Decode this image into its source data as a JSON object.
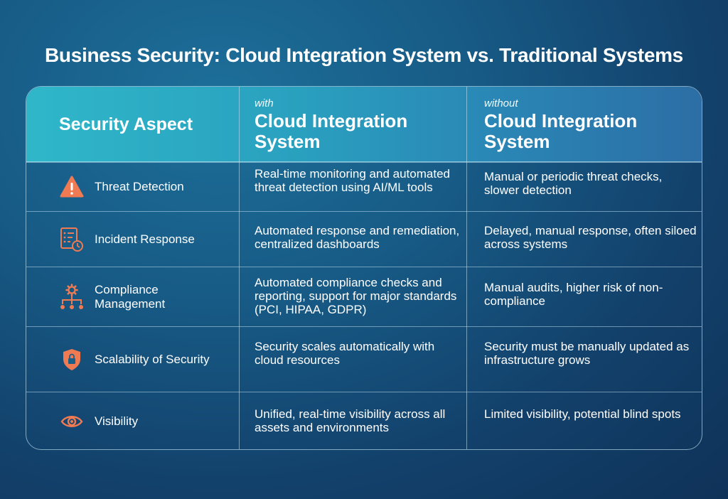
{
  "title": "Business Security: Cloud Integration System vs. Traditional Systems",
  "colors": {
    "accent_orange": "#f07a52",
    "header_start": "#2fb7c9",
    "header_end": "#2c6ea5",
    "background": "#175b86"
  },
  "header": {
    "aspect": "Security Aspect",
    "with_small": "with",
    "with_big": "Cloud Integration System",
    "without_small": "without",
    "without_big": "Cloud Integration System"
  },
  "rows": [
    {
      "aspect": "Threat Detection",
      "icon": "warning-icon",
      "with": "Real-time monitoring and automated threat detection using AI/ML tools",
      "without": "Manual or periodic threat checks, slower detection"
    },
    {
      "aspect": "Incident Response",
      "icon": "checklist-clock-icon",
      "with": "Automated response and remediation, centralized dashboards",
      "without": "Delayed, manual response, often siloed across systems"
    },
    {
      "aspect": "Compliance Management",
      "icon": "gear-hierarchy-icon",
      "with": "Automated compliance checks and reporting, support for major standards (PCI, HIPAA, GDPR)",
      "without": "Manual audits, higher risk of non-compliance"
    },
    {
      "aspect": "Scalability of Security",
      "icon": "shield-lock-icon",
      "with": "Security scales automatically with cloud resources",
      "without": "Security must be manually updated as infrastructure grows"
    },
    {
      "aspect": "Visibility",
      "icon": "eye-icon",
      "with": "Unified, real-time visibility across all assets and environments",
      "without": "Limited visibility, potential blind spots"
    }
  ]
}
